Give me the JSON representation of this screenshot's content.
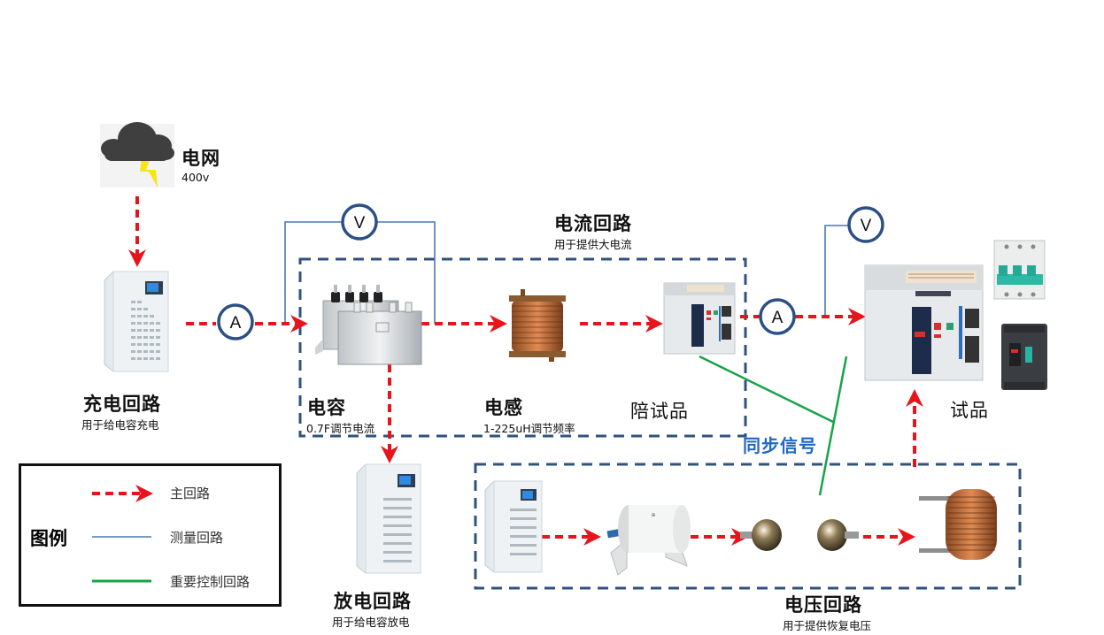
{
  "colors": {
    "main_circuit": "#e8141b",
    "measure_circuit": "#4a78b0",
    "control_circuit": "#17a34a",
    "group_border": "#2f527f",
    "meter_stroke": "#2c4f84",
    "sync_text": "#1f67c8"
  },
  "nodes": {
    "grid": {
      "title": "电网",
      "subtitle": "400v",
      "icon": "storm-cloud-icon"
    },
    "charging": {
      "title": "充电回路",
      "subtitle": "用于给电容充电",
      "icon": "power-cabinet-icon"
    },
    "capacitor": {
      "title": "电容",
      "subtitle": "0.7F调节电流",
      "icon": "capacitor-icon"
    },
    "inductor": {
      "title": "电感",
      "subtitle": "1-225uH调节频率",
      "icon": "inductor-coil-icon"
    },
    "aux_breaker": {
      "title": "陪试品",
      "icon": "air-circuit-breaker-icon"
    },
    "test_item": {
      "title": "试品",
      "icons": [
        "air-circuit-breaker-icon",
        "miniature-breaker-icon",
        "molded-case-breaker-icon"
      ]
    },
    "discharge": {
      "title": "放电回路",
      "subtitle": "用于给电容放电",
      "icon": "power-cabinet-icon"
    },
    "current_loop": {
      "title": "电流回路",
      "subtitle": "用于提供大电流"
    },
    "voltage_loop": {
      "title": "电压回路",
      "subtitle": "用于提供恢复电压",
      "icons": [
        "power-cabinet-icon",
        "film-capacitor-icon",
        "spark-gap-electrode-icon",
        "spark-gap-electrode-icon",
        "air-core-coil-icon"
      ]
    },
    "sync_signal": {
      "title": "同步信号"
    }
  },
  "meters": [
    {
      "id": "ammeter-1",
      "symbol": "A"
    },
    {
      "id": "voltmeter-1",
      "symbol": "V"
    },
    {
      "id": "ammeter-2",
      "symbol": "A"
    },
    {
      "id": "voltmeter-2",
      "symbol": "V"
    }
  ],
  "legend": {
    "title": "图例",
    "items": [
      {
        "label": "主回路",
        "style": "dashed-arrow",
        "color_key": "main_circuit"
      },
      {
        "label": "测量回路",
        "style": "thin-line",
        "color_key": "measure_circuit"
      },
      {
        "label": "重要控制回路",
        "style": "thick-line",
        "color_key": "control_circuit"
      }
    ]
  }
}
